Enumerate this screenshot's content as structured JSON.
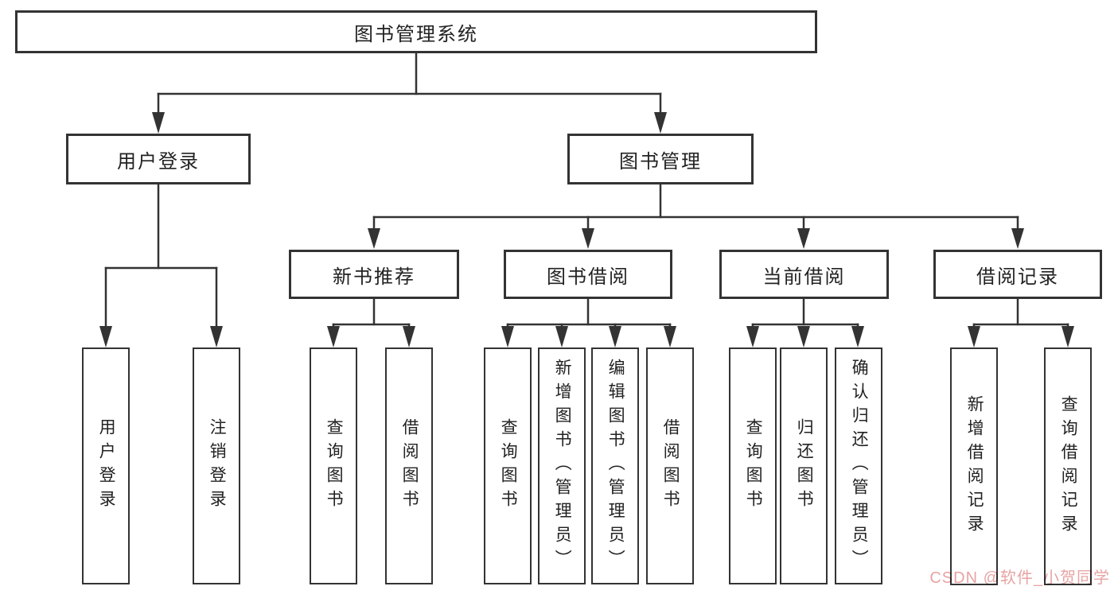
{
  "diagram_title": "图书管理系统",
  "nodes": {
    "root": "图书管理系统",
    "user_login": "用户登录",
    "book_mgmt": "图书管理",
    "new_book_rec": "新书推荐",
    "book_borrow": "图书借阅",
    "current_borrow": "当前借阅",
    "borrow_records": "借阅记录",
    "leaf_user_login": "用户登录",
    "leaf_logout": "注销登录",
    "leaf_rec_query": "查询图书",
    "leaf_rec_borrow": "借阅图书",
    "leaf_bb_query": "查询图书",
    "leaf_bb_add": "新增图书（管理员）",
    "leaf_bb_edit": "编辑图书（管理员）",
    "leaf_bb_borrow": "借阅图书",
    "leaf_cb_query": "查询图书",
    "leaf_cb_return": "归还图书",
    "leaf_cb_confirm": "确认归还（管理员）",
    "leaf_br_add": "新增借阅记录",
    "leaf_br_query": "查询借阅记录"
  },
  "hierarchy": {
    "图书管理系统": [
      "用户登录",
      "图书管理"
    ],
    "用户登录": [
      "用户登录",
      "注销登录"
    ],
    "图书管理": [
      "新书推荐",
      "图书借阅",
      "当前借阅",
      "借阅记录"
    ],
    "新书推荐": [
      "查询图书",
      "借阅图书"
    ],
    "图书借阅": [
      "查询图书",
      "新增图书（管理员）",
      "编辑图书（管理员）",
      "借阅图书"
    ],
    "当前借阅": [
      "查询图书",
      "归还图书",
      "确认归还（管理员）"
    ],
    "借阅记录": [
      "新增借阅记录",
      "查询借阅记录"
    ]
  },
  "watermark": {
    "text": "CSDN @软件_小贺同学",
    "color": "#E28989"
  },
  "style": {
    "line_color": "#333333",
    "box_background": "#FFFFFF",
    "text_color": "#222222"
  }
}
